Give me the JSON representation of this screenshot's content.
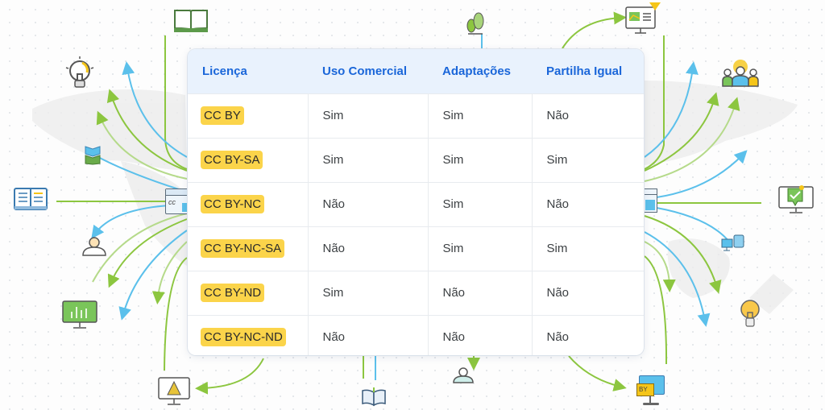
{
  "table": {
    "headers": [
      "Licença",
      "Uso Comercial",
      "Adaptações",
      "Partilha Igual"
    ],
    "rows": [
      {
        "license": "CC BY",
        "commercial": "Sim",
        "adaptations": "Sim",
        "share_alike": "Não"
      },
      {
        "license": "CC BY-SA",
        "commercial": "Sim",
        "adaptations": "Sim",
        "share_alike": "Sim"
      },
      {
        "license": "CC BY-NC",
        "commercial": "Não",
        "adaptations": "Sim",
        "share_alike": "Não"
      },
      {
        "license": "CC BY-NC-SA",
        "commercial": "Não",
        "adaptations": "Sim",
        "share_alike": "Sim"
      },
      {
        "license": "CC BY-ND",
        "commercial": "Sim",
        "adaptations": "Não",
        "share_alike": "Não"
      },
      {
        "license": "CC BY-NC-ND",
        "commercial": "Não",
        "adaptations": "Não",
        "share_alike": "Não"
      }
    ]
  },
  "colors": {
    "header_text": "#1a66d9",
    "header_bg": "#e9f2fd",
    "badge_bg": "#fbd44a",
    "flow_green": "#8cc63f",
    "flow_blue": "#5bc0eb"
  },
  "icons": {
    "left_hub_label": "cc",
    "bottom_right_label": "BY"
  }
}
